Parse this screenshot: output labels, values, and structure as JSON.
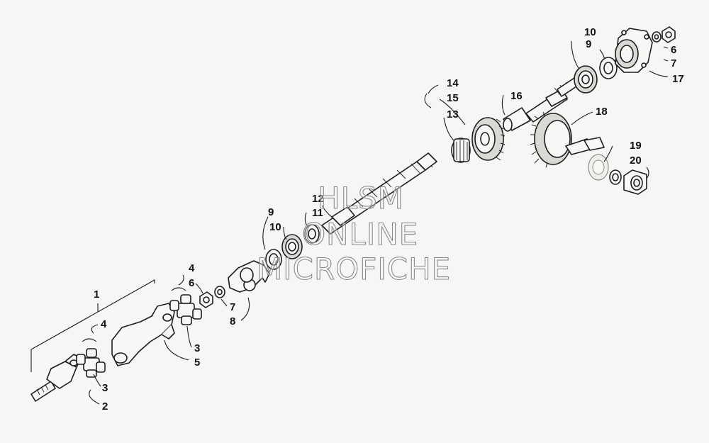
{
  "callouts": {
    "c1": "1",
    "c2": "2",
    "c3a": "3",
    "c3b": "3",
    "c4a": "4",
    "c4b": "4",
    "c5": "5",
    "c6a": "6",
    "c6b": "6",
    "c7a": "7",
    "c7b": "7",
    "c8": "8",
    "c9a": "9",
    "c9b": "9",
    "c10a": "10",
    "c10b": "10",
    "c11": "11",
    "c12": "12",
    "c13": "13",
    "c14": "14",
    "c15": "15",
    "c16": "16",
    "c17": "17",
    "c18": "18",
    "c19": "19",
    "c20": "20"
  },
  "watermark": {
    "line1": "HLSM",
    "line2": "ONLINE",
    "line3": "MICROFICHE"
  }
}
